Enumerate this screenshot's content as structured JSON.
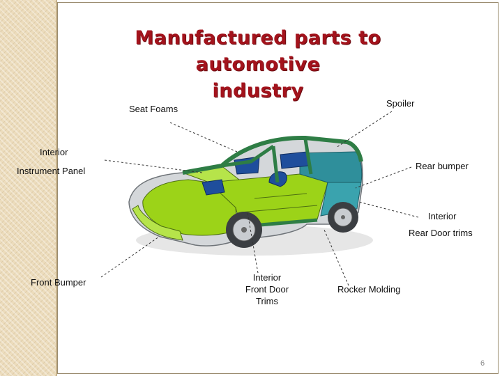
{
  "title_line1": "Manufactured parts to automotive",
  "title_line2": "industry",
  "labels": {
    "seat_foams": "Seat Foams",
    "spoiler": "Spoiler",
    "interior_top": "Interior",
    "instrument_panel": "Instrument Panel",
    "rear_bumper": "Rear bumper",
    "interior_rear": "Interior",
    "rear_door_trims": "Rear Door trims",
    "front_bumper": "Front Bumper",
    "front_door_1": "Interior",
    "front_door_2": "Front Door",
    "front_door_3": "Trims",
    "rocker_molding": "Rocker Molding"
  },
  "page_number": "6",
  "colors": {
    "title": "#a3131c",
    "lime_parts": "#9cd318",
    "frame_green": "#2e7d45",
    "seat_blue": "#1f4e9c",
    "teal_parts": "#2f8f9b",
    "body_gray": "#d4d7da"
  }
}
